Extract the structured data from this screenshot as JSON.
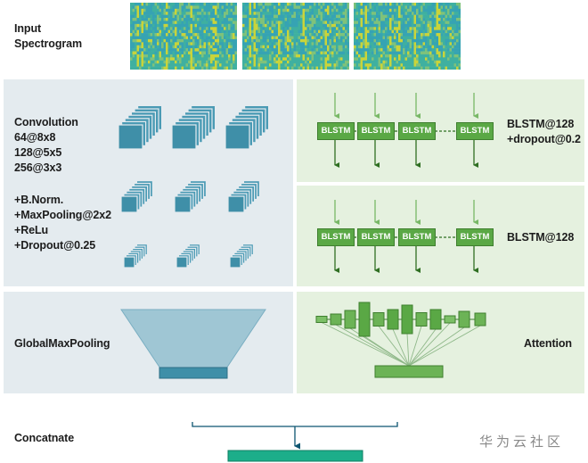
{
  "input": {
    "label_line1": "Input",
    "label_line2": "Spectrogram"
  },
  "conv": {
    "title": "Convolution",
    "params": [
      "64@8x8",
      "128@5x5",
      "256@3x3"
    ],
    "extras": [
      "+B.Norm.",
      "+MaxPooling@2x2",
      "+ReLu",
      "+Dropout@0.25"
    ]
  },
  "blstm": {
    "block_label": "BLSTM",
    "layer1_line1": "BLSTM@128",
    "layer1_line2": "+dropout@0.2",
    "layer2_line1": "BLSTM@128"
  },
  "pooling": {
    "label": "GlobalMaxPooling"
  },
  "attention": {
    "label": "Attention"
  },
  "concat": {
    "label": "Concatnate"
  },
  "watermark": "华为云社区",
  "colors": {
    "panel_blue": "#e4ebef",
    "panel_green": "#e5f1df",
    "conv_block": "#3f8fa8",
    "blstm_block": "#5aa845",
    "output_bar": "#1cae8a"
  }
}
